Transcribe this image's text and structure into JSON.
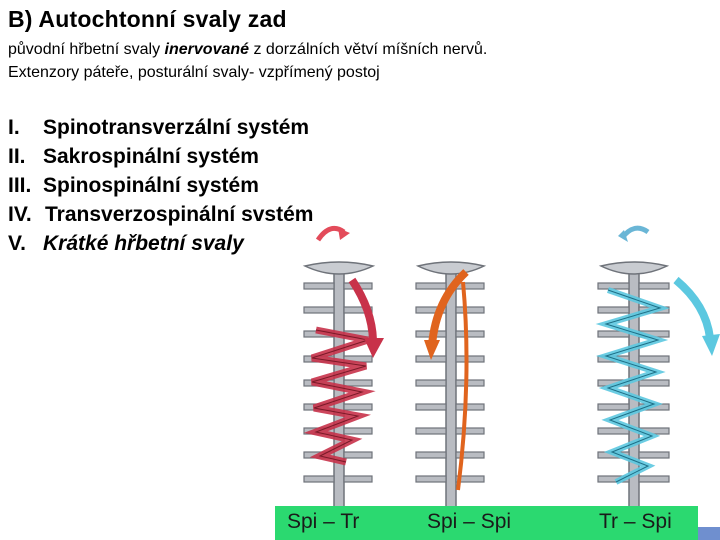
{
  "title": "B) Autochtonní svaly zad",
  "intro": {
    "line1_before": "původní hřbetní svaly ",
    "line1_emph": "inervované",
    "line1_after": " z dorzálních větví míšních nervů.",
    "line2": "Extenzory páteře, posturální svaly- vzpřímený postoj"
  },
  "systems": [
    {
      "num": "I.",
      "label": "Spinotransverzální systém"
    },
    {
      "num": "II.",
      "label": "Sakrospinální systém"
    },
    {
      "num": "III.",
      "label": "Spinospinální systém"
    },
    {
      "num": "IV.",
      "label": "Transverzospinální svstém"
    },
    {
      "num": "V.",
      "label": "Krátké hřbetní svaly"
    }
  ],
  "captions": [
    "Spi – Tr",
    "Spi – Spi",
    "Tr – Spi"
  ],
  "colors": {
    "caption_bar": "#2bd970",
    "muscle_red": "#c8324a",
    "muscle_orange": "#e0641e",
    "muscle_blue": "#5cc8e0",
    "bone": "#b9bcc2",
    "bone_dark": "#6f737a",
    "accent_tab": "#6f8fcf"
  }
}
